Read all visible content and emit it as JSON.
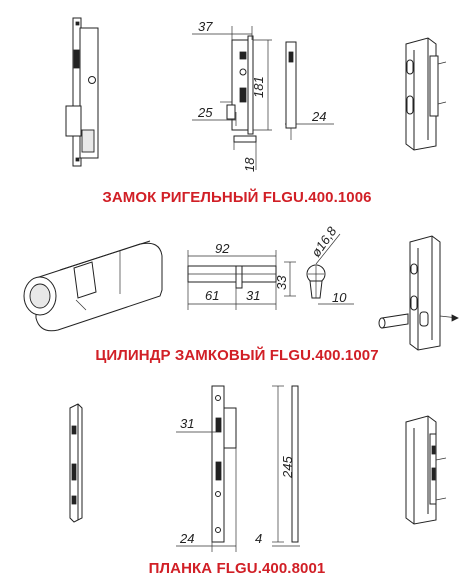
{
  "titles": {
    "lock": "ЗАМОК РИГЕЛЬНЫЙ FLGU.400.1006",
    "cylinder": "ЦИЛИНДР ЗАМКОВЫЙ FLGU.400.1007",
    "strike": "ПЛАНКА FLGU.400.8001"
  },
  "dimensions": {
    "lock": {
      "backset": "37",
      "height": "181",
      "offset": "25",
      "depth": "24",
      "bolt": "18"
    },
    "cylinder": {
      "length": "92",
      "left": "61",
      "right": "31",
      "height": "33",
      "diameter": "ø16,8",
      "cam": "10"
    },
    "strike": {
      "offset": "31",
      "length": "245",
      "width": "24",
      "thickness": "4"
    }
  },
  "colors": {
    "title": "#d11f26",
    "line": "#222222"
  }
}
